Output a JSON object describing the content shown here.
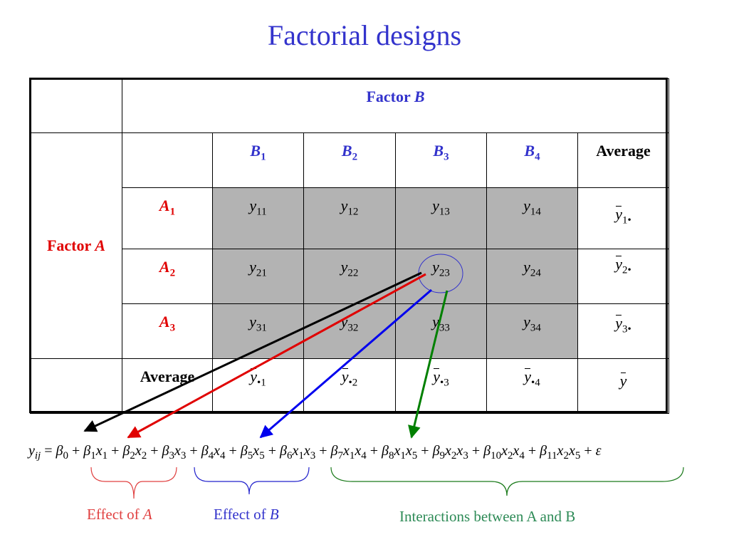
{
  "title": "Factorial designs",
  "factor_b": {
    "label": "Factor",
    "letter": "B"
  },
  "factor_a": {
    "label": "Factor",
    "letter": "A"
  },
  "col_headers": [
    {
      "letter": "B",
      "sub": "1"
    },
    {
      "letter": "B",
      "sub": "2"
    },
    {
      "letter": "B",
      "sub": "3"
    },
    {
      "letter": "B",
      "sub": "4"
    }
  ],
  "average_label": "Average",
  "rows": [
    {
      "letter": "A",
      "sub": "1",
      "cells": [
        "11",
        "12",
        "13",
        "14"
      ],
      "avg_sub": "1•"
    },
    {
      "letter": "A",
      "sub": "2",
      "cells": [
        "21",
        "22",
        "23",
        "24"
      ],
      "avg_sub": "2•"
    },
    {
      "letter": "A",
      "sub": "3",
      "cells": [
        "31",
        "32",
        "33",
        "34"
      ],
      "avg_sub": "3•"
    }
  ],
  "col_avg_subs": [
    "•1",
    "•2",
    "•3",
    "•4"
  ],
  "cell_var": "y",
  "grand_mean": "y",
  "equation": {
    "lhs": "y",
    "lhs_sub": "ij",
    "eq": "=",
    "beta0": "β",
    "beta0_sub": "0",
    "terms": [
      {
        "sign": "+",
        "beta_sub": "1",
        "x": [
          [
            "x",
            "1"
          ]
        ]
      },
      {
        "sign": "+",
        "beta_sub": "2",
        "x": [
          [
            "x",
            "2"
          ]
        ]
      },
      {
        "sign": "+",
        "beta_sub": "3",
        "x": [
          [
            "x",
            "3"
          ]
        ]
      },
      {
        "sign": "+",
        "beta_sub": "4",
        "x": [
          [
            "x",
            "4"
          ]
        ]
      },
      {
        "sign": "+",
        "beta_sub": "5",
        "x": [
          [
            "x",
            "5"
          ]
        ]
      },
      {
        "sign": "+",
        "beta_sub": "6",
        "x": [
          [
            "x",
            "1"
          ],
          [
            "x",
            "3"
          ]
        ]
      },
      {
        "sign": "+",
        "beta_sub": "7",
        "x": [
          [
            "x",
            "1"
          ],
          [
            "x",
            "4"
          ]
        ]
      },
      {
        "sign": "+",
        "beta_sub": "8",
        "x": [
          [
            "x",
            "1"
          ],
          [
            "x",
            "5"
          ]
        ]
      },
      {
        "sign": "+",
        "beta_sub": "9",
        "x": [
          [
            "x",
            "2"
          ],
          [
            "x",
            "3"
          ]
        ]
      },
      {
        "sign": "+",
        "beta_sub": "10",
        "x": [
          [
            "x",
            "2"
          ],
          [
            "x",
            "4"
          ]
        ]
      },
      {
        "sign": "+",
        "beta_sub": "11",
        "x": [
          [
            "x",
            "2"
          ],
          [
            "x",
            "5"
          ]
        ]
      }
    ],
    "beta": "β",
    "error_sign": "+",
    "error": "ε"
  },
  "labels": {
    "effect_a": {
      "text": "Effect of ",
      "letter": "A"
    },
    "effect_b": {
      "text": "Effect of ",
      "letter": "B"
    },
    "interactions": "Interactions between A and B"
  },
  "colors": {
    "title": "#3333cc",
    "factor_b": "#3333cc",
    "factor_a": "#e00000",
    "cell_fill": "#b3b3b3",
    "arrow_black": "#000000",
    "arrow_red": "#e00000",
    "arrow_blue": "#0000ee",
    "arrow_green": "#008000",
    "effect_a": "#e04040",
    "effect_b": "#3333cc",
    "interactions": "#2e8b57"
  }
}
